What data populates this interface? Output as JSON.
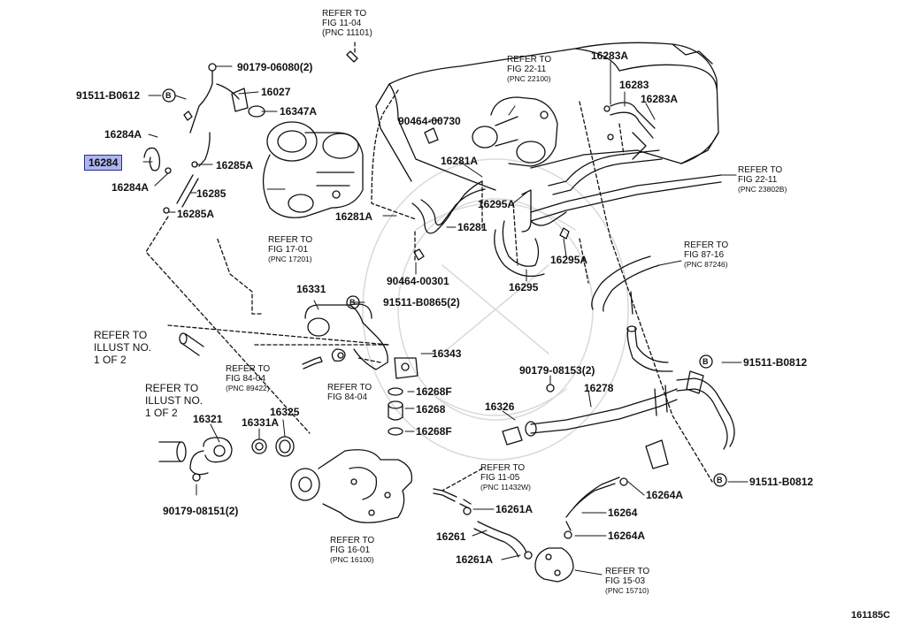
{
  "highlighted_part": "16284",
  "part_labels": [
    {
      "id": "p1",
      "text": "90179-06080(2)"
    },
    {
      "id": "p2",
      "text": "91511-B0612"
    },
    {
      "id": "p3",
      "text": "16027"
    },
    {
      "id": "p4",
      "text": "16347A"
    },
    {
      "id": "p5",
      "text": "16284A"
    },
    {
      "id": "p6",
      "text": "16284"
    },
    {
      "id": "p7",
      "text": "16285A"
    },
    {
      "id": "p8",
      "text": "16284A"
    },
    {
      "id": "p9",
      "text": "16285"
    },
    {
      "id": "p10",
      "text": "16285A"
    },
    {
      "id": "p11",
      "text": "90464-00730"
    },
    {
      "id": "p12",
      "text": "16281A"
    },
    {
      "id": "p13",
      "text": "16281A"
    },
    {
      "id": "p14",
      "text": "16281"
    },
    {
      "id": "p15",
      "text": "90464-00301"
    },
    {
      "id": "p16",
      "text": "16283A"
    },
    {
      "id": "p17",
      "text": "16283"
    },
    {
      "id": "p18",
      "text": "16283A"
    },
    {
      "id": "p19",
      "text": "16295A"
    },
    {
      "id": "p20",
      "text": "16295A"
    },
    {
      "id": "p21",
      "text": "16295"
    },
    {
      "id": "p22",
      "text": "16331"
    },
    {
      "id": "p23",
      "text": "91511-B0865(2)"
    },
    {
      "id": "p24",
      "text": "16343"
    },
    {
      "id": "p25",
      "text": "16268F"
    },
    {
      "id": "p26",
      "text": "16268"
    },
    {
      "id": "p27",
      "text": "16268F"
    },
    {
      "id": "p28",
      "text": "91511-B0812"
    },
    {
      "id": "p29",
      "text": "90179-08153(2)"
    },
    {
      "id": "p30",
      "text": "16278"
    },
    {
      "id": "p31",
      "text": "16326"
    },
    {
      "id": "p32",
      "text": "16321"
    },
    {
      "id": "p33",
      "text": "16331A"
    },
    {
      "id": "p34",
      "text": "16325"
    },
    {
      "id": "p35",
      "text": "90179-08151(2)"
    },
    {
      "id": "p36",
      "text": "16261A"
    },
    {
      "id": "p37",
      "text": "16261"
    },
    {
      "id": "p38",
      "text": "16261A"
    },
    {
      "id": "p39",
      "text": "16264A"
    },
    {
      "id": "p40",
      "text": "16264"
    },
    {
      "id": "p41",
      "text": "16264A"
    },
    {
      "id": "p42",
      "text": "91511-B0812"
    }
  ],
  "references": [
    {
      "id": "r1",
      "lines": [
        "REFER TO",
        "FIG 11-04",
        "(PNC 11101)"
      ]
    },
    {
      "id": "r2",
      "lines": [
        "REFER TO",
        "FIG 22-11",
        "(PNC 22100)"
      ]
    },
    {
      "id": "r3",
      "lines": [
        "REFER TO",
        "FIG 22-11",
        "(PNC 23802B)"
      ]
    },
    {
      "id": "r4",
      "lines": [
        "REFER TO",
        "FIG 17-01",
        "(PNC 17201)"
      ]
    },
    {
      "id": "r5",
      "lines": [
        "REFER TO",
        "FIG 87-16",
        "(PNC 87246)"
      ]
    },
    {
      "id": "r6",
      "lines": [
        "REFER TO",
        "FIG 84-04",
        "(PNC 89422)"
      ]
    },
    {
      "id": "r7",
      "lines": [
        "REFER TO",
        "FIG 84-04"
      ]
    },
    {
      "id": "r8",
      "lines": [
        "REFER TO",
        "FIG 11-05",
        "(PNC 11432W)"
      ]
    },
    {
      "id": "r9",
      "lines": [
        "REFER TO",
        "FIG 16-01",
        "(PNC 16100)"
      ]
    },
    {
      "id": "r10",
      "lines": [
        "REFER TO",
        "FIG 15-03",
        "(PNC 15710)"
      ]
    }
  ],
  "illustration_notes": [
    {
      "id": "i1",
      "lines": [
        "REFER TO",
        "ILLUST NO.",
        "1 OF 2"
      ]
    },
    {
      "id": "i2",
      "lines": [
        "REFER TO",
        "ILLUST NO.",
        "1 OF 2"
      ]
    }
  ],
  "footer_code": "161185C"
}
